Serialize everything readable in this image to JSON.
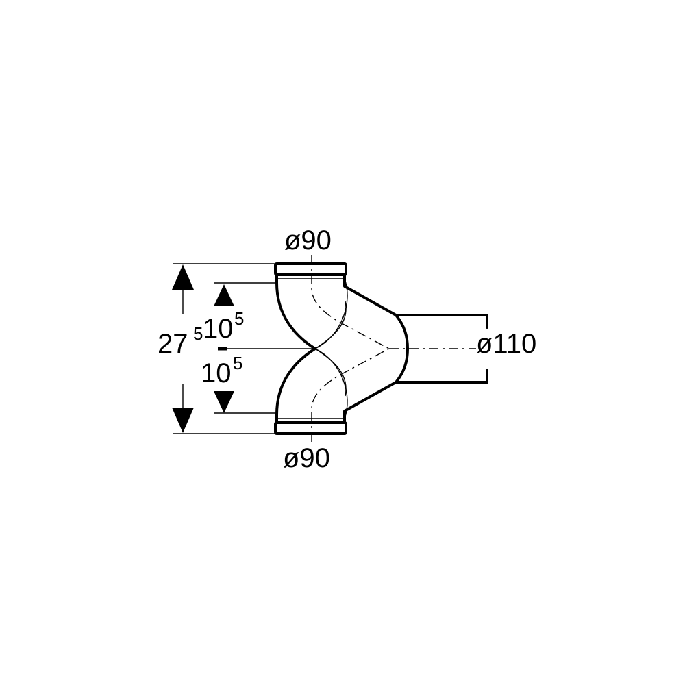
{
  "drawing": {
    "stroke_color": "#000000",
    "background": "#ffffff"
  },
  "labels": {
    "top_port_diameter": "ø90",
    "bottom_port_diameter": "ø90",
    "outlet_diameter": "ø110",
    "overall_height_main": "27",
    "overall_height_sup": "5",
    "upper_offset_main": "10",
    "upper_offset_sup": "5",
    "lower_offset_main": "10",
    "lower_offset_sup": "5"
  }
}
